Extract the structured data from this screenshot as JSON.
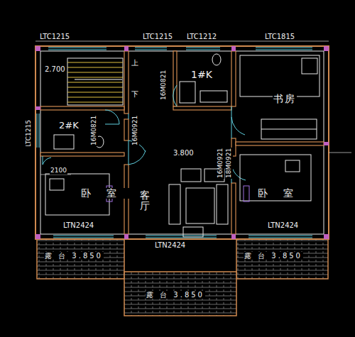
{
  "diagram": {
    "labels": [
      "LTC1215",
      "LTC1215",
      "LTC1212",
      "LTC1815",
      "2.700",
      "上",
      "下",
      "1#K",
      "16M0821",
      "书房",
      "LTC1215",
      "2#K",
      "16M0821",
      "16M0921",
      "3.800",
      "16M0921",
      "18M0921",
      "2100",
      "卧室",
      "卧室",
      "LTN2424",
      "LTN2424",
      "客厅",
      "LTN2424",
      "露 台 3.850",
      "露 台 3.850",
      "露 台 3.850"
    ]
  }
}
